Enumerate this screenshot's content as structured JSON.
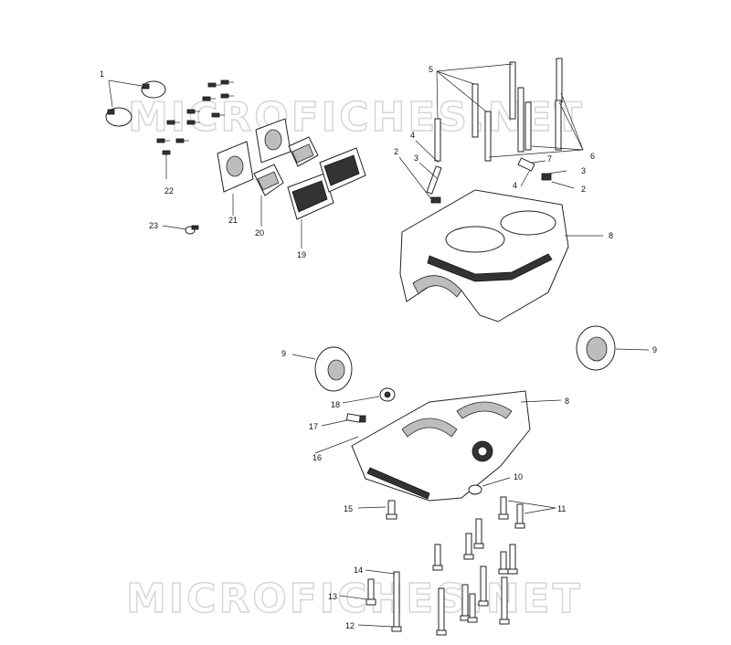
{
  "watermark": {
    "top": "MICROFICHES.NET",
    "bottom": "MICROFICHES.NET"
  },
  "callouts": [
    {
      "id": "c1",
      "label": "1"
    },
    {
      "id": "c22",
      "label": "22"
    },
    {
      "id": "c21",
      "label": "21"
    },
    {
      "id": "c20",
      "label": "20"
    },
    {
      "id": "c19",
      "label": "19"
    },
    {
      "id": "c23",
      "label": "23"
    },
    {
      "id": "c5",
      "label": "5"
    },
    {
      "id": "c6",
      "label": "6"
    },
    {
      "id": "c2a",
      "label": "2"
    },
    {
      "id": "c4a",
      "label": "4"
    },
    {
      "id": "c3a",
      "label": "3"
    },
    {
      "id": "c7",
      "label": "7"
    },
    {
      "id": "c3b",
      "label": "3"
    },
    {
      "id": "c4b",
      "label": "4"
    },
    {
      "id": "c2b",
      "label": "2"
    },
    {
      "id": "c8a",
      "label": "8"
    },
    {
      "id": "c9a",
      "label": "9"
    },
    {
      "id": "c9b",
      "label": "9"
    },
    {
      "id": "c18",
      "label": "18"
    },
    {
      "id": "c8b",
      "label": "8"
    },
    {
      "id": "c17",
      "label": "17"
    },
    {
      "id": "c16",
      "label": "16"
    },
    {
      "id": "c10",
      "label": "10"
    },
    {
      "id": "c15",
      "label": "15"
    },
    {
      "id": "c11",
      "label": "11"
    },
    {
      "id": "c14",
      "label": "14"
    },
    {
      "id": "c13",
      "label": "13"
    },
    {
      "id": "c12",
      "label": "12"
    }
  ]
}
